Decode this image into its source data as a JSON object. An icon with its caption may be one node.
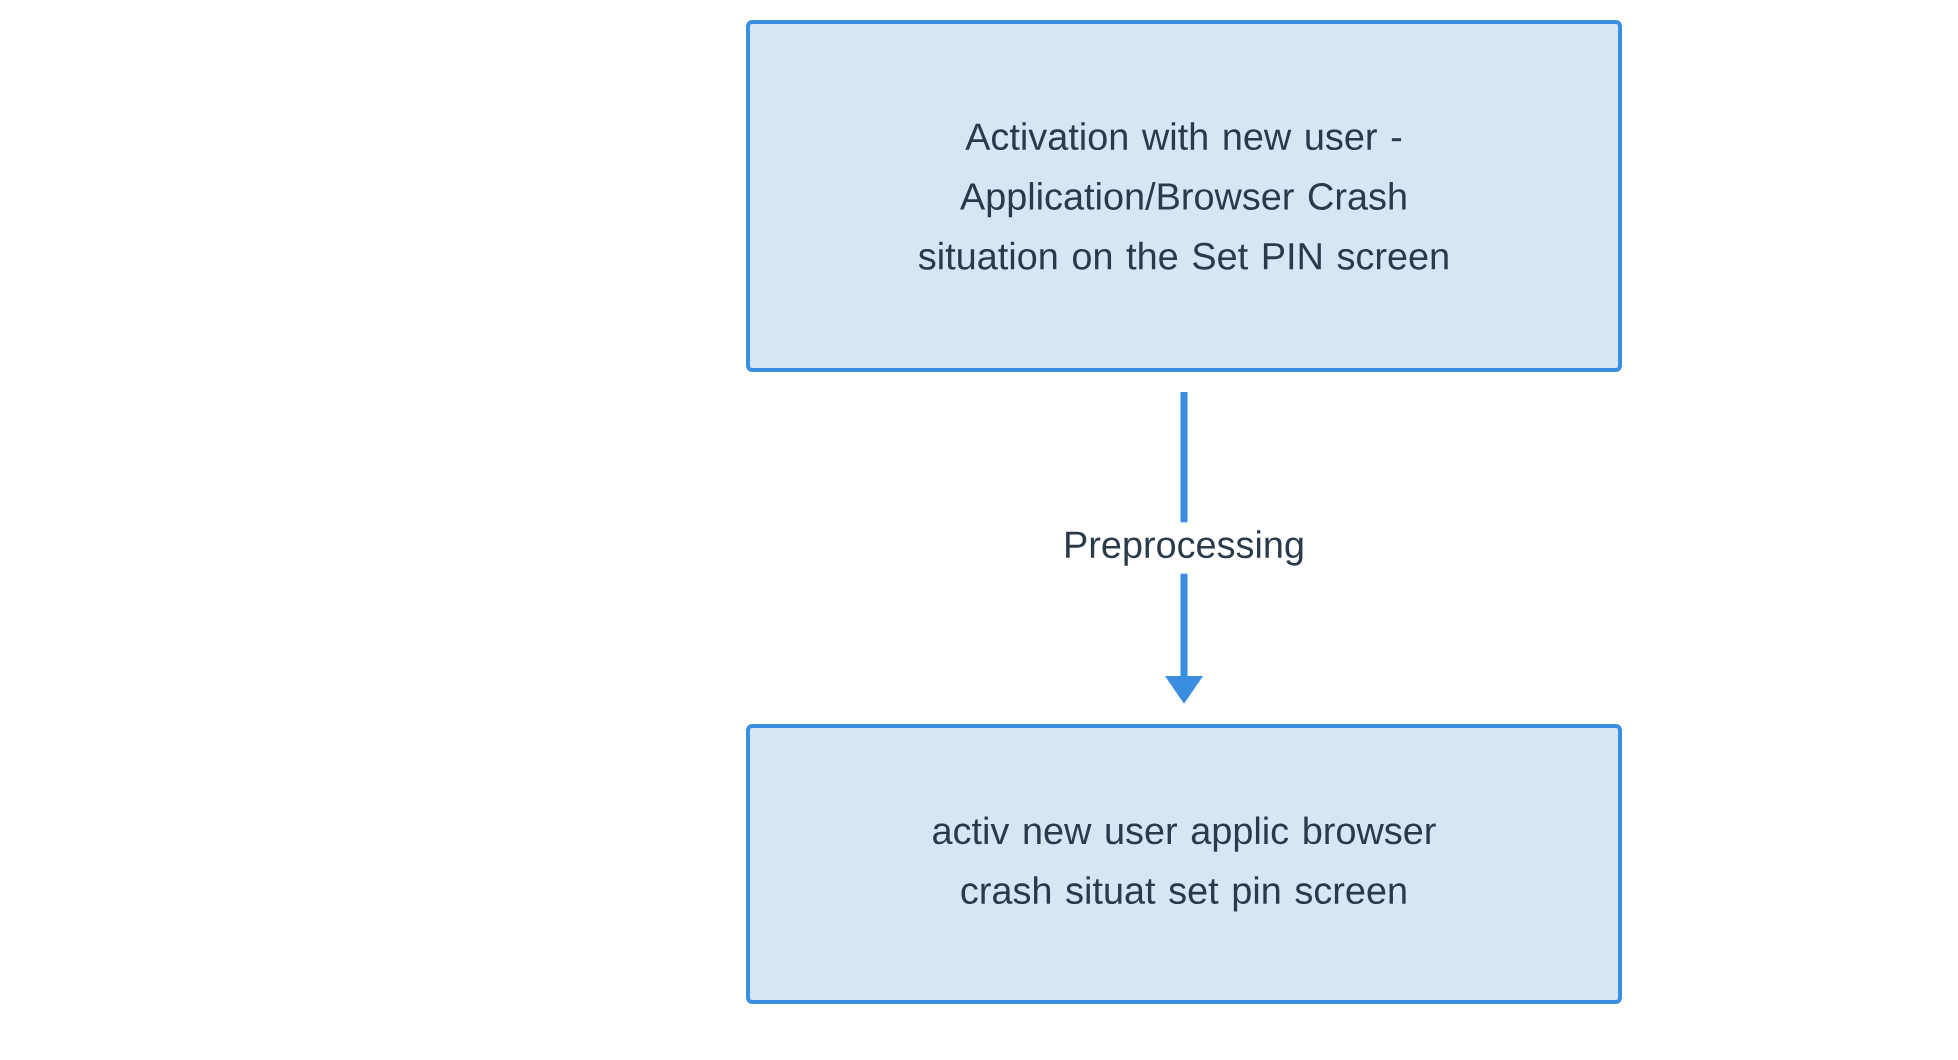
{
  "diagram": {
    "nodes": [
      {
        "text": [
          "Activation with new user - Application/Browser Crash situation on the Set PIN screen"
        ]
      },
      {
        "text": [
          "activ new user applic browser crash situat set pin screen"
        ]
      }
    ],
    "edges": [
      {
        "from": 0,
        "to": 1,
        "arrow": "to",
        "label": "Preprocessing"
      }
    ]
  }
}
